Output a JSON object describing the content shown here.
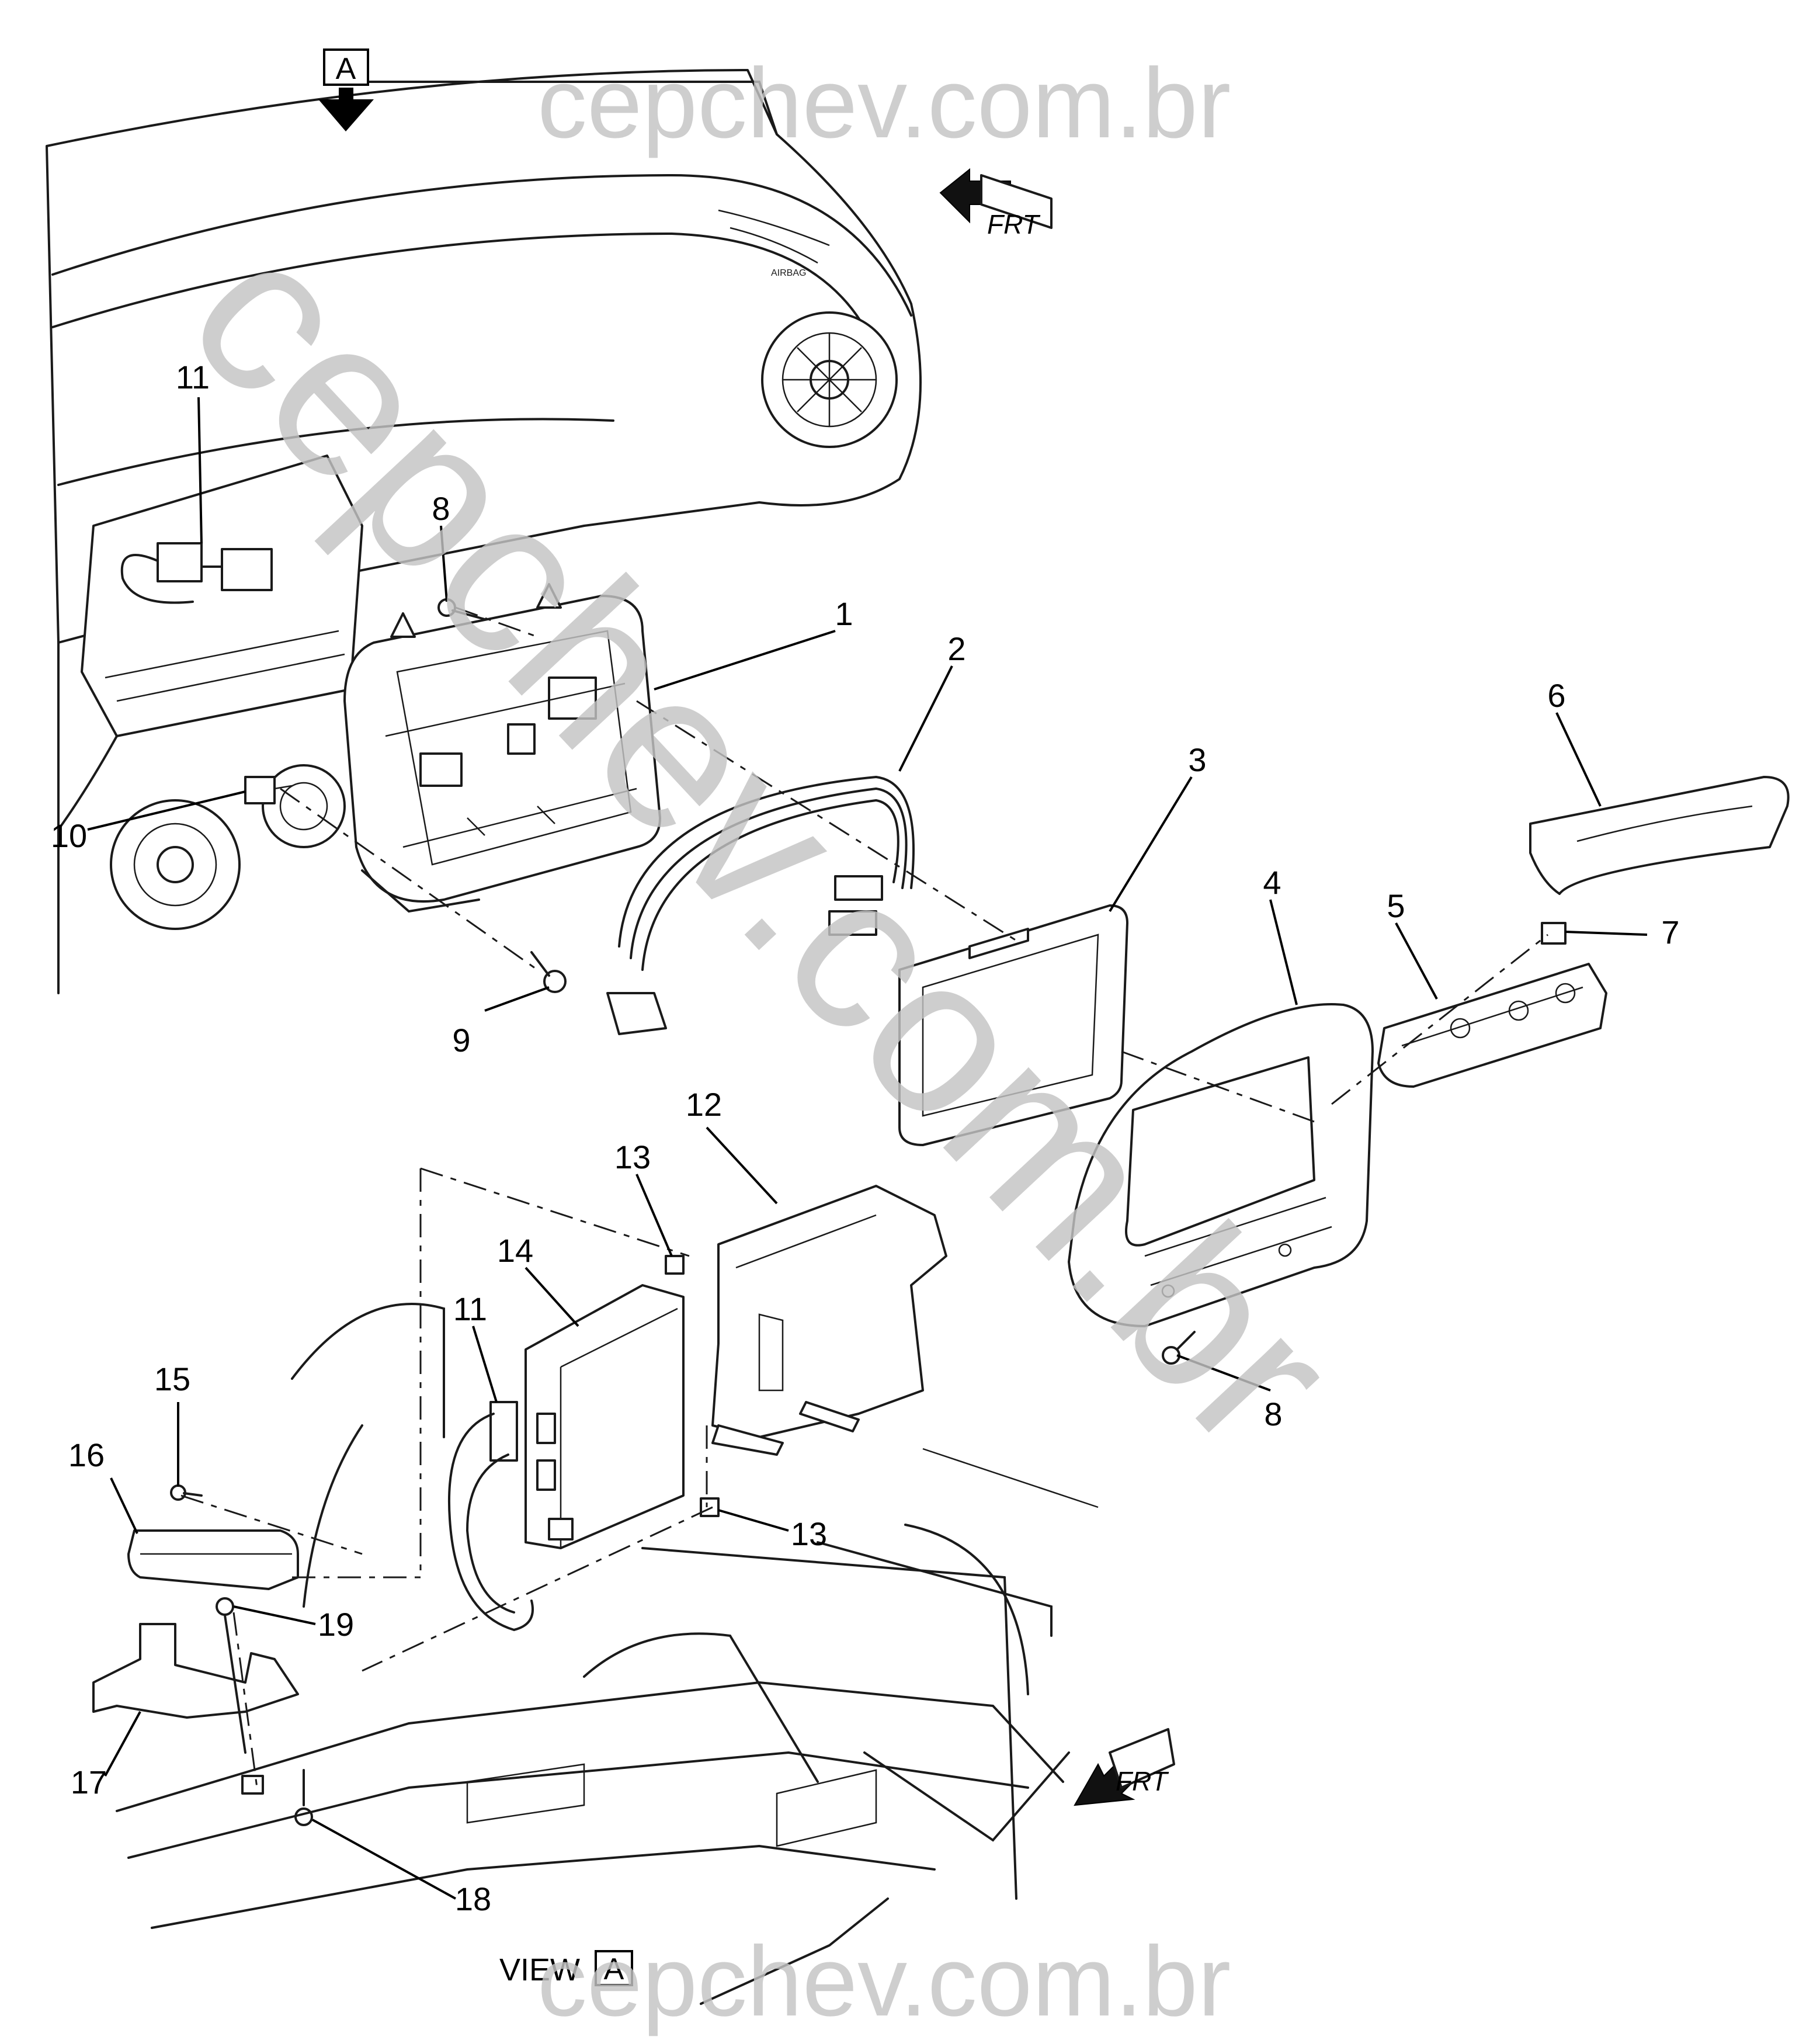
{
  "view_marker": {
    "letter": "A"
  },
  "view_label": {
    "prefix": "VIEW",
    "letter": "A"
  },
  "frt_labels": [
    "FRT",
    "FRT"
  ],
  "watermark": {
    "text": "cepchev.com.br",
    "color": "#c4c4c4"
  },
  "dash_label": "AIRBAG",
  "callouts": [
    "1",
    "2",
    "3",
    "4",
    "5",
    "6",
    "7",
    "8",
    "8",
    "9",
    "10",
    "11",
    "11",
    "12",
    "13",
    "13",
    "14",
    "15",
    "16",
    "17",
    "18",
    "19"
  ]
}
